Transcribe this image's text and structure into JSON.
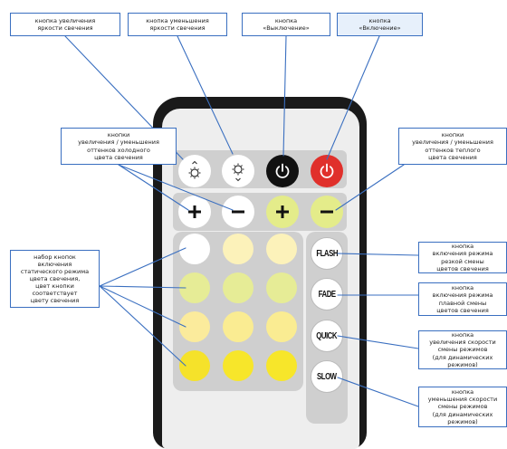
{
  "colors": {
    "remote_body": "#1a1a1a",
    "remote_face": "#eeeeee",
    "panel": "#cfcfcf",
    "leader": "#3a6fc0",
    "callout_border": "#3a6fc0",
    "power_off": "#111111",
    "power_on": "#e0302b",
    "warm_adjust": "#e4ec8a"
  },
  "callouts": {
    "brightness_up": "кнопка увеличения\nяркости свечения",
    "brightness_down": "кнопка уменьшения\nяркости свечения",
    "off": "кнопка\n«Выключение»",
    "on": "кнопка\n«Включение»",
    "cold_shades": "кнопки\nувеличения / уменьшения\nоттенков холодного\nцвета свечения",
    "warm_shades": "кнопки\nувеличения / уменьшения\nоттенков теплого\nцвета свечения",
    "static_set": "набор кнопок\nвключения\nстатического режима\nцвета свечения,\nцвет кнопки\nсоответствует\nцвету свечения",
    "flash": "кнопка\nвключения режима\nрезкой смены\nцветов свечения",
    "fade": "кнопка\nвключения режима\nплавной смены\nцветов свечения",
    "quick": "кнопка\nувеличения скорости\nсмены режимов\n(для динамических\nрежимов)",
    "slow": "кнопка\nуменьшения скорости\nсмены режимов\n(для динамических\nрежимов)"
  },
  "remote": {
    "top_row": [
      {
        "name": "brightness-up-button",
        "icon": "sun-up-icon",
        "color": "#ffffff"
      },
      {
        "name": "brightness-down-button",
        "icon": "sun-down-icon",
        "color": "#ffffff"
      },
      {
        "name": "power-off-button",
        "icon": "power-icon",
        "color": "#111111"
      },
      {
        "name": "power-on-button",
        "icon": "power-icon",
        "color": "#e0302b"
      }
    ],
    "shade_row": [
      {
        "name": "cold-plus-button",
        "symbol": "+",
        "color": "#ffffff"
      },
      {
        "name": "cold-minus-button",
        "symbol": "−",
        "color": "#ffffff"
      },
      {
        "name": "warm-plus-button",
        "symbol": "+",
        "color": "#e4ec8a"
      },
      {
        "name": "warm-minus-button",
        "symbol": "−",
        "color": "#e4ec8a"
      }
    ],
    "color_grid": [
      [
        "#ffffff",
        "#fcf2ba",
        "#fcf2ba"
      ],
      [
        "#e6ec96",
        "#e6ec96",
        "#e6ec96"
      ],
      [
        "#fbeb9c",
        "#faec92",
        "#faec92"
      ],
      [
        "#f5e22a",
        "#f7e62a",
        "#f7e62a"
      ]
    ],
    "mode_buttons": {
      "flash": "FLASH",
      "fade": "FADE",
      "quick": "QUICK",
      "slow": "SLOW"
    }
  }
}
